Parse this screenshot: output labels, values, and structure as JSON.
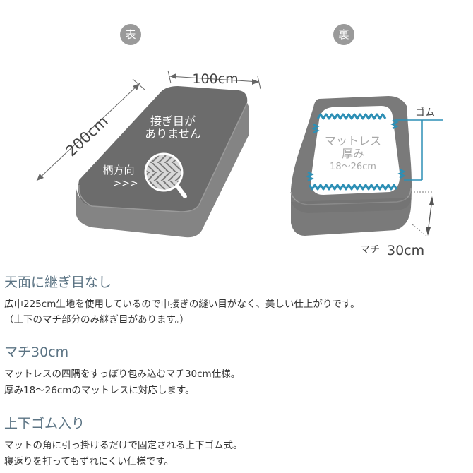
{
  "front": {
    "badge": "表",
    "width_label": "100cm",
    "length_label": "200cm",
    "seamless_label_1": "接ぎ目が",
    "seamless_label_2": "ありません",
    "pattern_label": "柄方向",
    "pattern_arrows": ">>>"
  },
  "back": {
    "badge": "裏",
    "elastic_label": "ゴム",
    "mattress_label_1": "マットレス",
    "mattress_label_2": "厚み",
    "mattress_label_3": "18〜26cm",
    "gusset_label": "マチ",
    "gusset_value": "30cm"
  },
  "sections": [
    {
      "title": "天面に継ぎ目なし",
      "lines": [
        "広巾225cm生地を使用しているので巾接ぎの縫い目がなく、美しい仕上がりです。",
        "（上下のマチ部分のみ継ぎ目があります。）"
      ]
    },
    {
      "title": "マチ30cm",
      "lines": [
        "マットレスの四隅をすっぽり包み込むマチ30cm仕様。",
        "厚み18〜26cmのマットレスに対応します。"
      ]
    },
    {
      "title": "上下ゴム入り",
      "lines": [
        "マットの角に引っ掛けるだけで固定される上下ゴム式。",
        "寝返りを打ってもずれにくい仕様です。"
      ]
    }
  ],
  "colors": {
    "fabric_top": "#6d6d6d",
    "fabric_side": "#858585",
    "elastic": "#2d8fb5",
    "heading": "#5c7484",
    "badge": "#9a9a9a"
  }
}
